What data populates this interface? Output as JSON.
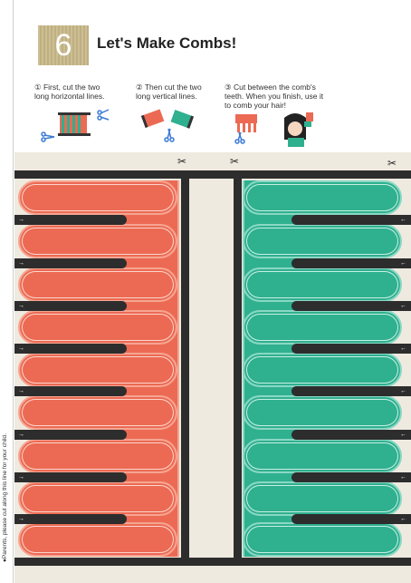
{
  "header": {
    "number": "6",
    "title": "Let's Make Combs!"
  },
  "steps": [
    {
      "text": "① First, cut the two\n    long horizontal lines."
    },
    {
      "text": "② Then cut the two\n    long vertical lines."
    },
    {
      "text": "③ Cut between the comb's\n    teeth. When you finish, use it\n    to comb your hair!"
    }
  ],
  "side_note": "●Parents, please cut along this line for your child.",
  "colors": {
    "red_comb": "#ec6a53",
    "green_comb": "#2fb08f",
    "cut_line": "#2d2d2d",
    "badge": "#c9b98a",
    "sheet": "#efeae0"
  },
  "icons": [
    "scissors-icon",
    "arrow-icon"
  ]
}
